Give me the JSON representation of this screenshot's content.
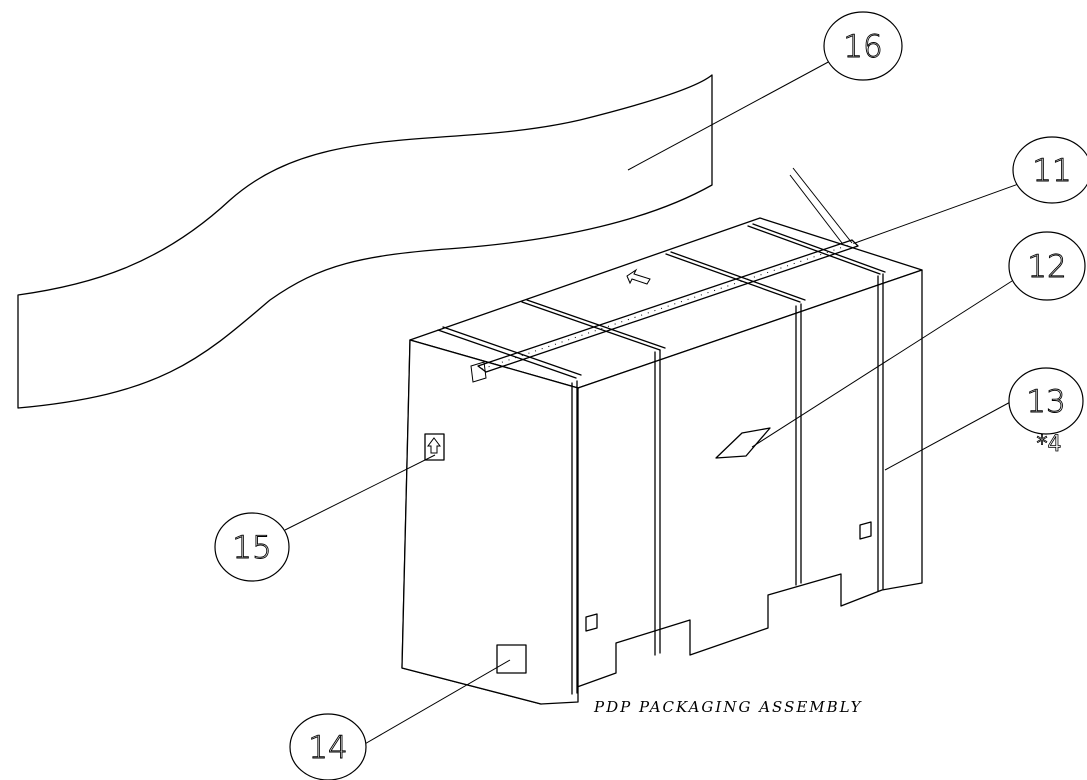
{
  "diagram": {
    "title": "PDP PACKAGING ASSEMBLY",
    "callouts": [
      {
        "id": "16",
        "label": "16",
        "part": "wrap-film"
      },
      {
        "id": "11",
        "label": "11",
        "part": "top-tape"
      },
      {
        "id": "12",
        "label": "12",
        "part": "side-label"
      },
      {
        "id": "13",
        "label": "13",
        "part": "strap-band",
        "qty": "*4"
      },
      {
        "id": "15",
        "label": "15",
        "part": "up-arrow-label"
      },
      {
        "id": "14",
        "label": "14",
        "part": "bottom-label"
      }
    ]
  }
}
